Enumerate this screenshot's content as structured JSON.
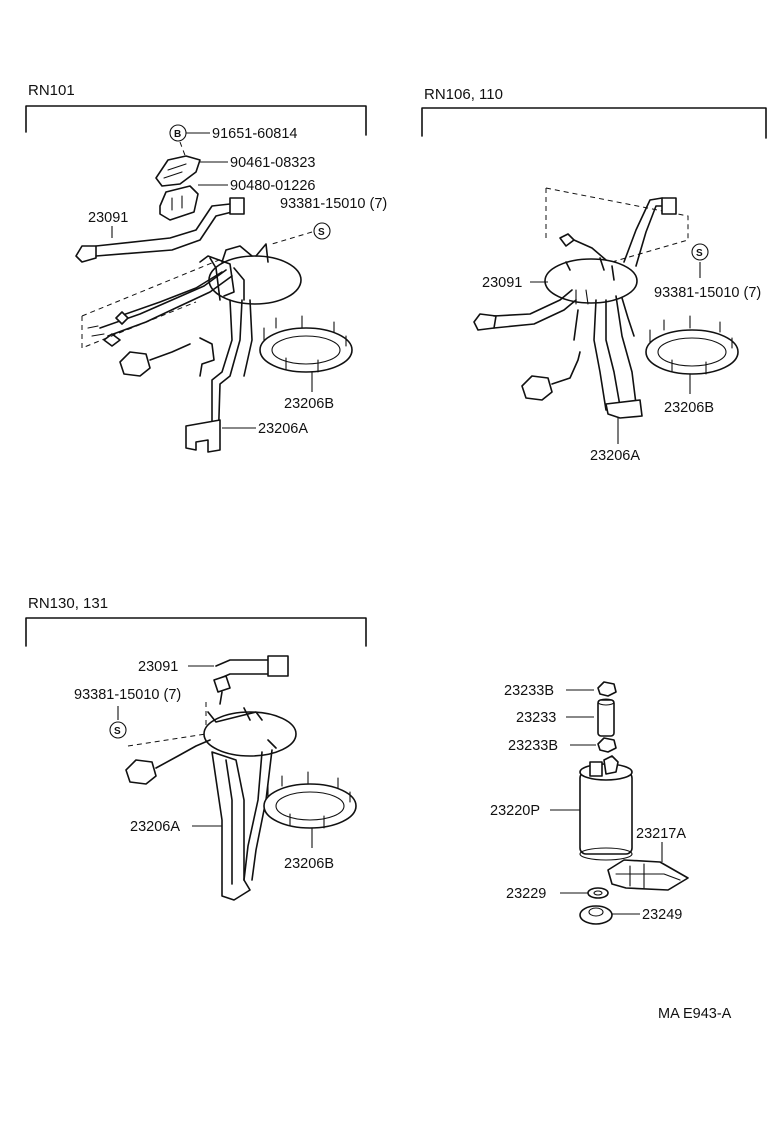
{
  "sections": {
    "rn101": {
      "title": "RN101",
      "labels": {
        "bolt": "91651-60814",
        "bolt_marker": "B",
        "clamp": "90461-08323",
        "bracket": "90480-01226",
        "hose": "23091",
        "screw": "93381-15010 (7)",
        "screw_marker": "S",
        "gasket": "23206B",
        "bracket_assy": "23206A"
      }
    },
    "rn106": {
      "title": "RN106, 110",
      "labels": {
        "hose": "23091",
        "screw": "93381-15010 (7)",
        "screw_marker": "S",
        "gasket": "23206B",
        "bracket_assy": "23206A"
      }
    },
    "rn130": {
      "title": "RN130, 131",
      "labels": {
        "hose": "23091",
        "screw": "93381-15010 (7)",
        "screw_marker": "S",
        "bracket_assy": "23206A",
        "gasket": "23206B"
      }
    },
    "pump": {
      "labels": {
        "clip_top": "23233B",
        "hose": "23233",
        "clip_bottom": "23233B",
        "pump": "23220P",
        "filter": "23217A",
        "washer": "23229",
        "cushion": "23249"
      }
    }
  },
  "footer": {
    "code": "MA E943-A"
  }
}
